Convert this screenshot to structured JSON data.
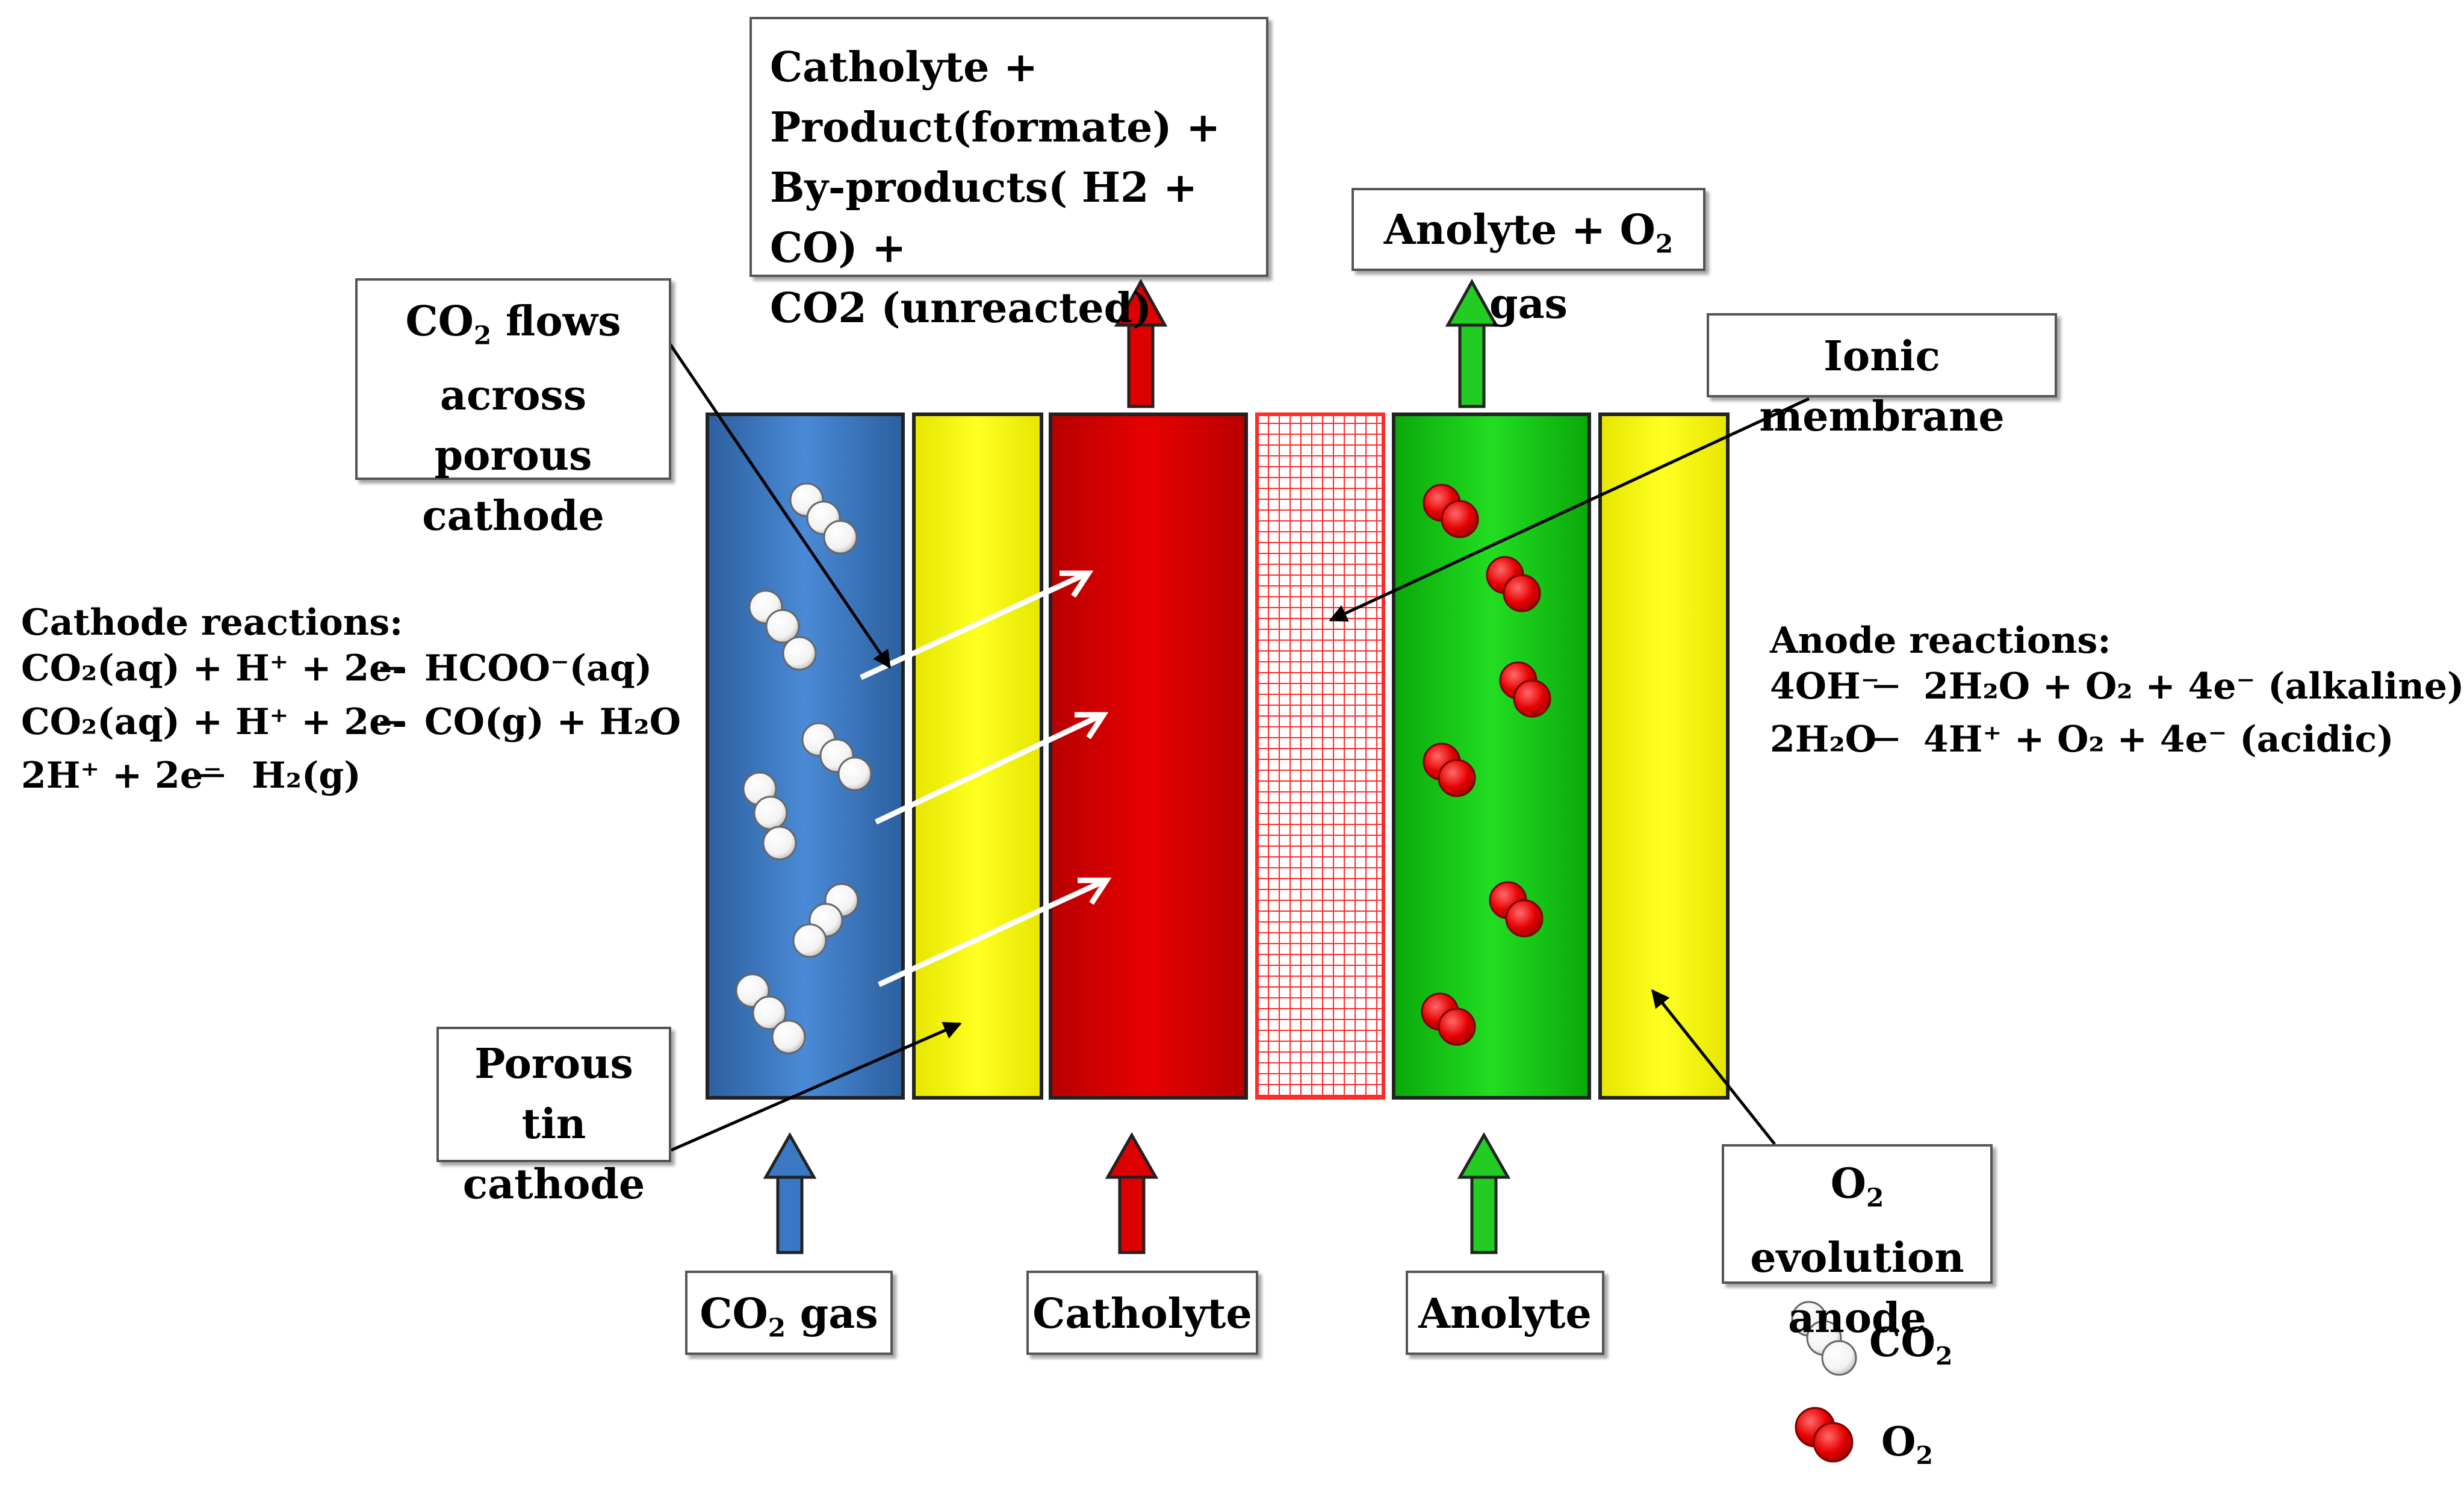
{
  "top_product_box": {
    "line1": "Catholyte +",
    "line2": "Product(formate) +",
    "line3": "By-products( H2 + CO) +",
    "line4": "CO2 (unreacted)"
  },
  "anolyte_out_box": {
    "prefix": "Anolyte + O",
    "sub": "2",
    "suffix": " gas"
  },
  "co2_flow_box": {
    "prefix": "CO",
    "sub": "2",
    "suffix": " flows",
    "line2": "across porous",
    "line3": "cathode"
  },
  "membrane_box": {
    "label": "Ionic membrane"
  },
  "porous_box": {
    "line1": "Porous tin",
    "line2": "cathode"
  },
  "o2_evolution_box": {
    "prefix": "O",
    "sub": "2",
    "suffix": " evolution",
    "line2": "anode"
  },
  "inlets": {
    "co2": {
      "prefix": "CO",
      "sub": "2",
      "suffix": " gas"
    },
    "catholyte": "Catholyte",
    "anolyte": "Anolyte"
  },
  "cathode_reactions": {
    "title": "Cathode reactions:",
    "r1_left": "CO₂(aq) + H⁺ + 2e-",
    "r1_right": "HCOO⁻(aq)",
    "r2_left": "CO₂(aq) + H⁺ + 2e-",
    "r2_right": "CO(g) + H₂O",
    "r3_left": "2H⁺ + 2e⁻",
    "r3_right": "H₂(g)"
  },
  "anode_reactions": {
    "title": "Anode reactions:",
    "r1_left": "4OH⁻",
    "r1_right": "2H₂O + O₂ + 4e⁻ (alkaline)",
    "r2_left": "2H₂O",
    "r2_right": "4H⁺ + O₂ + 4e⁻  (acidic)"
  },
  "legend": {
    "co2": {
      "prefix": "CO",
      "sub": "2"
    },
    "o2": {
      "prefix": "O",
      "sub": "2"
    }
  },
  "colors": {
    "cathode": "#3b78c4",
    "gdl": "#ffff00",
    "catholyte": "#dd0000",
    "membrane": "#ff3333",
    "anolyte": "#11cc11",
    "anode": "#ffff00"
  }
}
